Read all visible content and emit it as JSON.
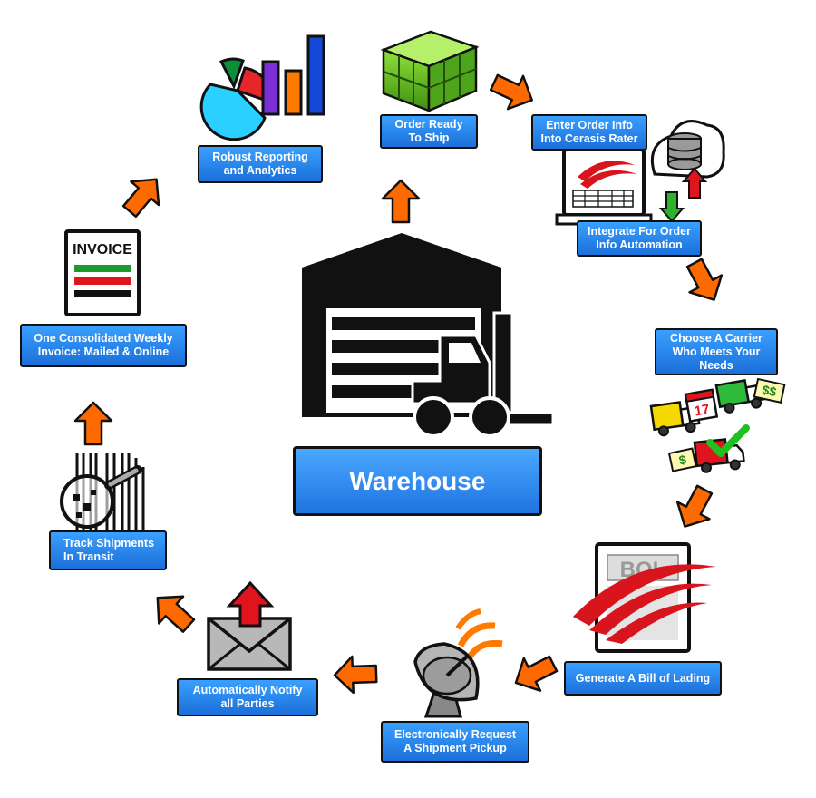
{
  "center": {
    "title": "Warehouse"
  },
  "steps": [
    {
      "id": "order-ready",
      "lines": [
        "Order Ready",
        "To Ship"
      ]
    },
    {
      "id": "enter-order",
      "lines": [
        "Enter Order Info",
        "Into Cerasis Rater"
      ]
    },
    {
      "id": "integrate",
      "lines": [
        "Integrate For Order",
        "Info Automation"
      ]
    },
    {
      "id": "choose-carrier",
      "lines": [
        "Choose A Carrier",
        "Who Meets Your",
        "Needs"
      ]
    },
    {
      "id": "bill-of-lading",
      "lines": [
        "Generate A Bill of Lading"
      ]
    },
    {
      "id": "request-pickup",
      "lines": [
        "Electronically Request",
        "A Shipment Pickup"
      ]
    },
    {
      "id": "notify",
      "lines": [
        "Automatically Notify",
        "all Parties"
      ]
    },
    {
      "id": "track",
      "lines": [
        "Track Shipments",
        "In Transit"
      ]
    },
    {
      "id": "invoice",
      "lines": [
        "One Consolidated Weekly",
        "Invoice: Mailed & Online"
      ]
    },
    {
      "id": "reporting",
      "lines": [
        "Robust Reporting",
        "and Analytics"
      ]
    }
  ],
  "graphics": {
    "invoice_doc": "INVOICE",
    "bol_doc": "BOL",
    "calendar_day": "17",
    "money_symbol": "$$",
    "money_single": "$"
  },
  "colors": {
    "label_blue": "#2a86f0",
    "arrow_orange": "#ff6a00",
    "box_green": "#6cbf2a",
    "cerasis_red": "#d8141c"
  }
}
